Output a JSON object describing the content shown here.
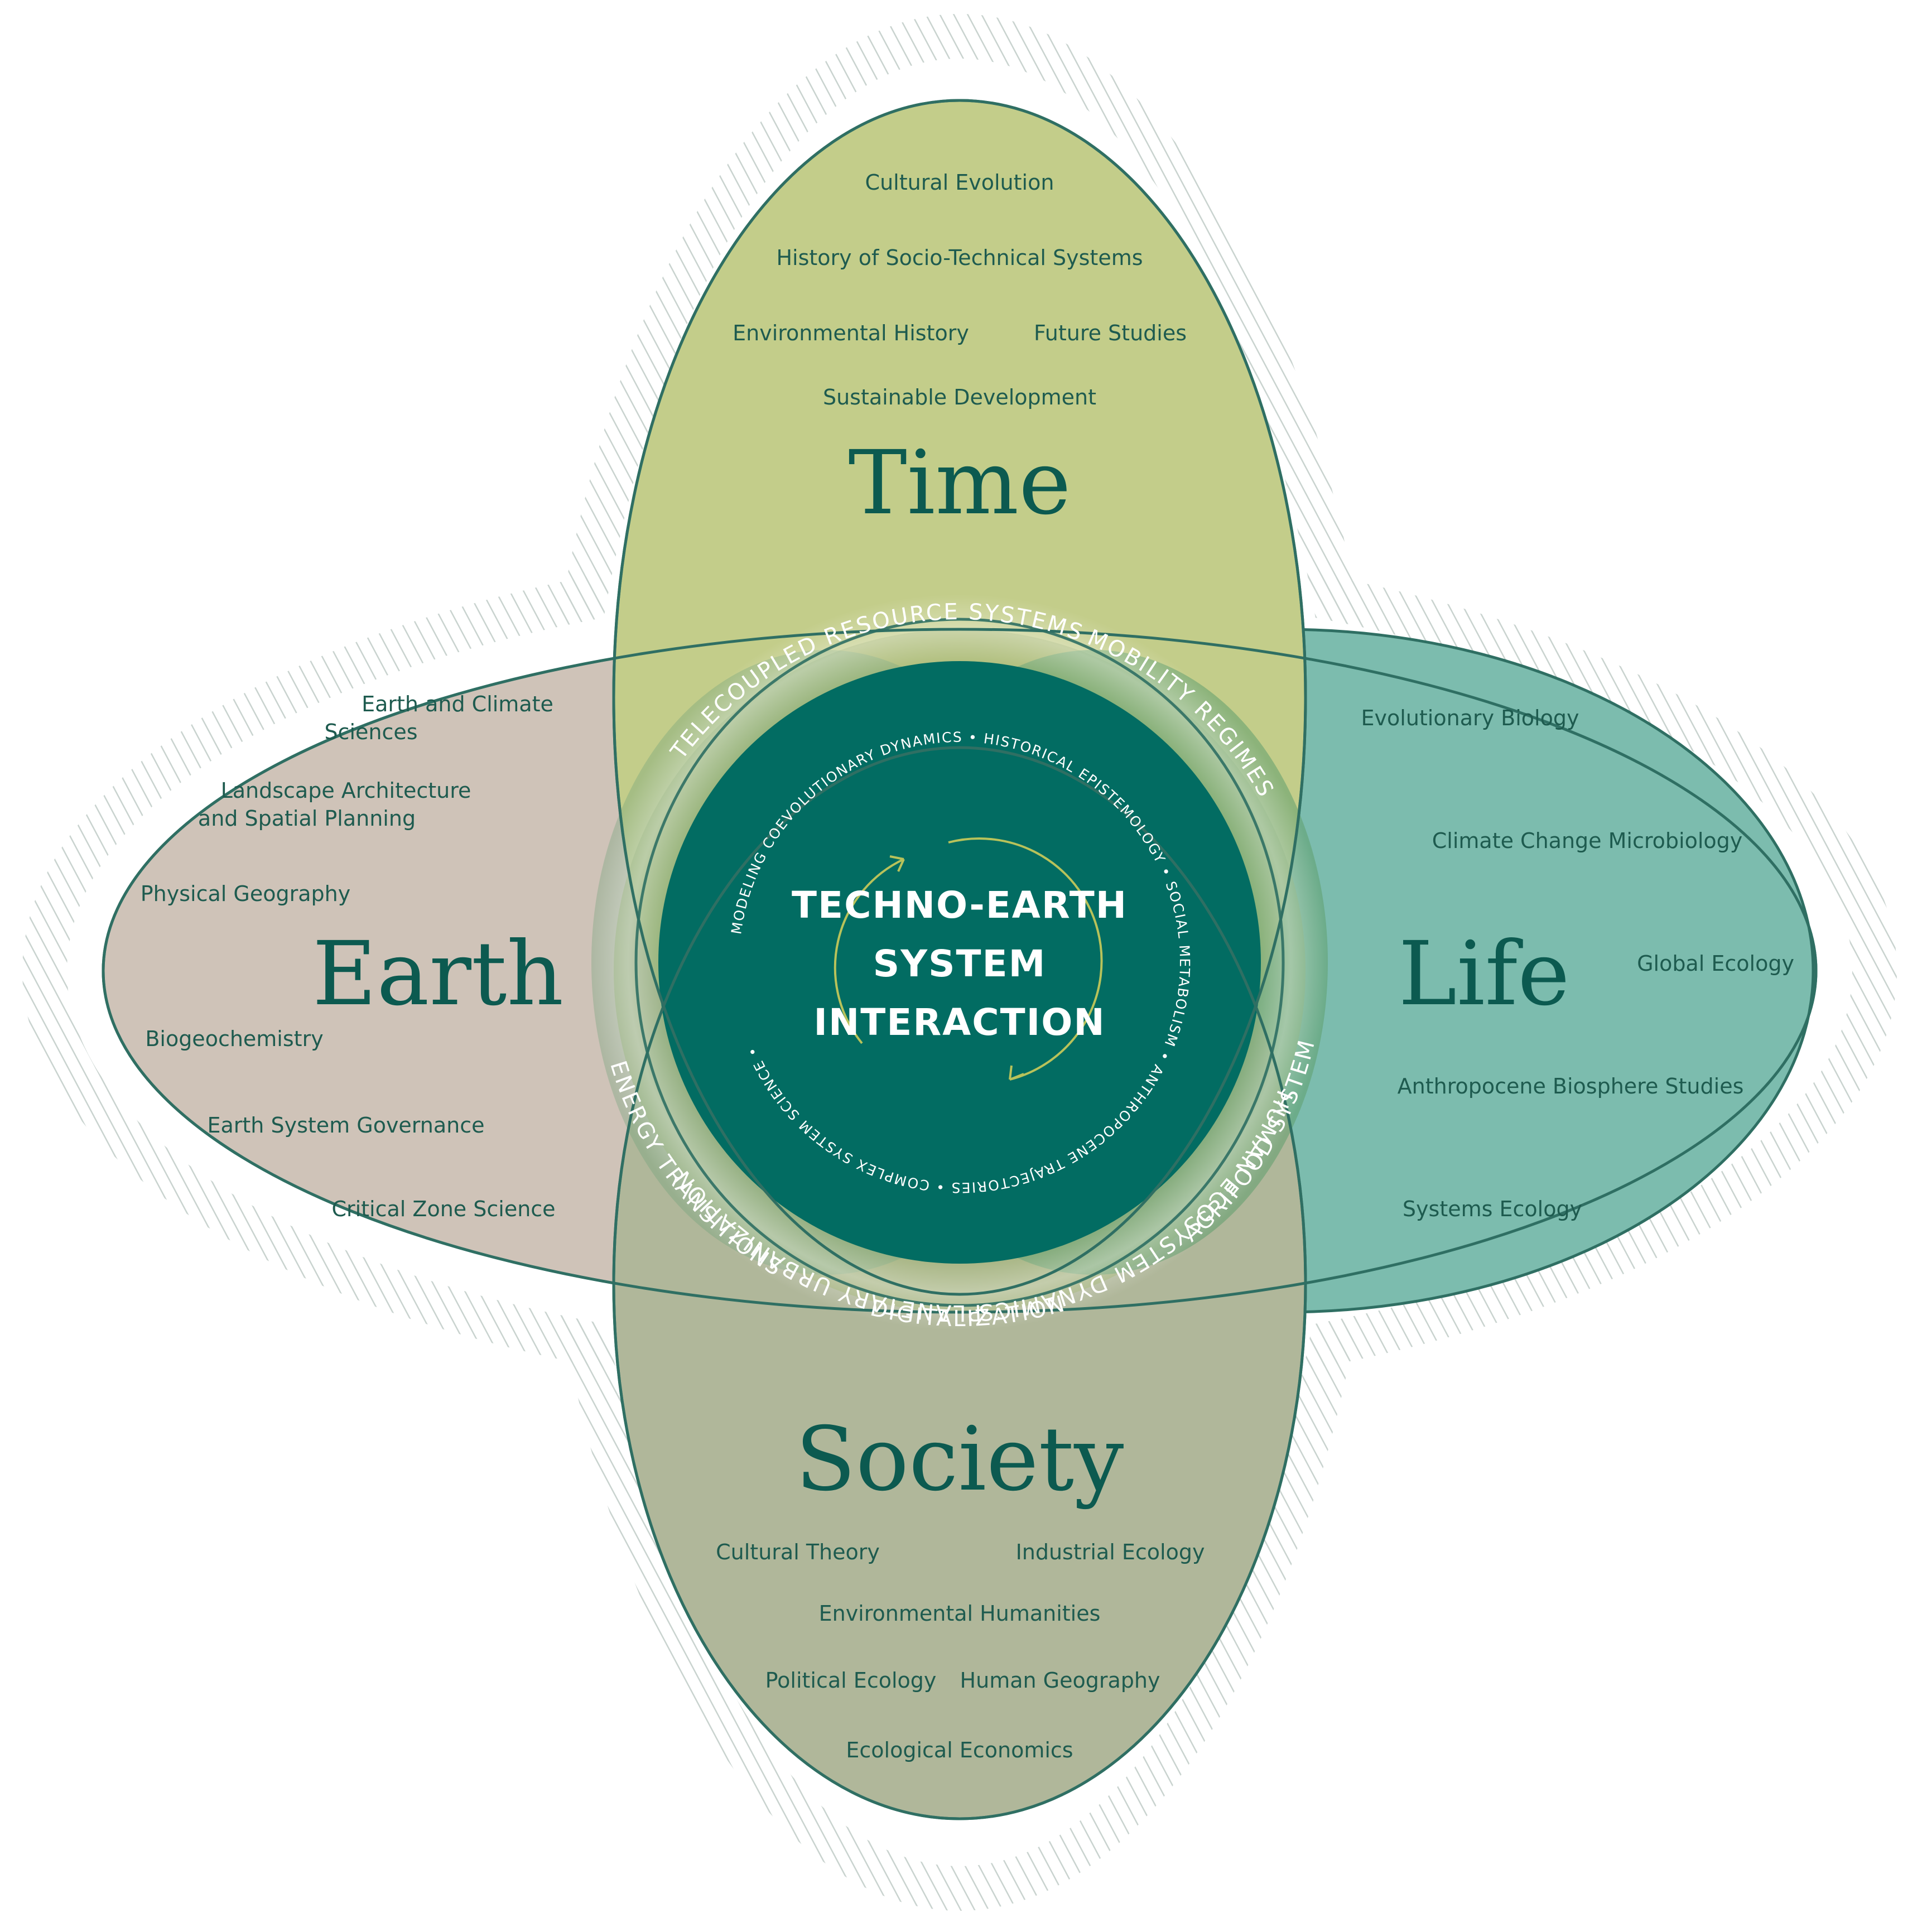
{
  "colors": {
    "time": "#c3cd8a",
    "earth": "#cfc3b8",
    "life": "#7cbcae",
    "society": "#b0b79a",
    "core": "#026c62",
    "outline": "#2f6f63",
    "title": "#0c5a50",
    "hatch": "#c9d3cf"
  },
  "domains": {
    "time": {
      "title": "Time",
      "topics": [
        "Cultural Evolution",
        "History of Socio-Technical Systems",
        "Environmental History",
        "Future Studies",
        "Sustainable Development"
      ]
    },
    "earth": {
      "title": "Earth",
      "topics": [
        "Earth and Climate",
        "Sciences",
        "Landscape Architecture",
        "and Spatial Planning",
        "Physical Geography",
        "Biogeochemistry",
        "Earth System Governance",
        "Critical Zone Science"
      ]
    },
    "life": {
      "title": "Life",
      "topics": [
        "Evolutionary Biology",
        "Climate Change Microbiology",
        "Global Ecology",
        "Anthropocene Biosphere Studies",
        "Systems Ecology"
      ]
    },
    "society": {
      "title": "Society",
      "topics": [
        "Cultural Theory",
        "Industrial Ecology",
        "Environmental Humanities",
        "Political Ecology",
        "Human Geography",
        "Ecological Economics"
      ]
    }
  },
  "ring": {
    "mobility": "MOBILITY REGIMES",
    "human": "HUMAN ECOSYSTEM DYNAMICS",
    "telecoupled": "TELECOUPLED RESOURCE SYSTEMS",
    "planetary": "PLANETARY URBANIZATION",
    "energy": "ENERGY TRANSITIONS",
    "digital": "DIGITALIZATION",
    "agrifood": "AGRIFOOD SYSTEM"
  },
  "inner_ring": "MODELING COEVOLUTIONARY DYNAMICS • HISTORICAL EPISTEMOLOGY • SOCIAL METABOLISM • ANTHROPOCENE TRAJECTORIES • COMPLEX SYSTEM SCIENCE •",
  "core": {
    "line1": "TECHNO-EARTH",
    "line2": "SYSTEM",
    "line3": "INTERACTION"
  }
}
